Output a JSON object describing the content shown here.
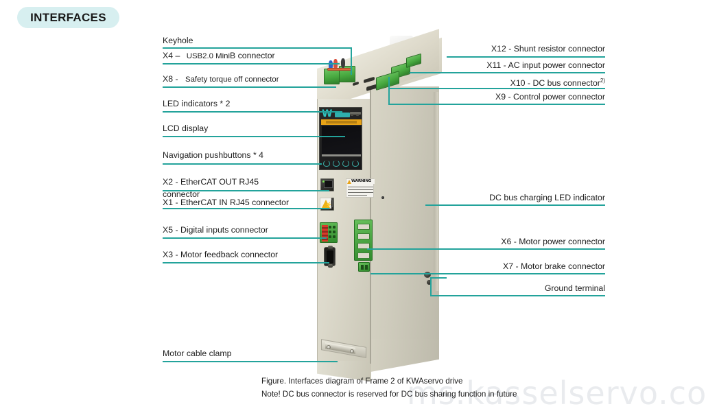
{
  "badge": {
    "title": "INTERFACES"
  },
  "labels_left": [
    {
      "id": "keyhole",
      "text": "Keyhole"
    },
    {
      "id": "x4-usb",
      "prefix": "X4 –",
      "text": "USB2.0 Mini",
      "suffix": "B connector"
    },
    {
      "id": "x8-sto",
      "prefix": "X8 -",
      "text": "Safety torque off connector"
    },
    {
      "id": "led-indicators",
      "text": "LED indicators * 2"
    },
    {
      "id": "lcd-display",
      "text": "LCD display"
    },
    {
      "id": "nav-pushbuttons",
      "text": "Navigation pushbuttons * 4"
    },
    {
      "id": "x2-ethercat-out",
      "text": "X2 - EtherCAT OUT RJ45",
      "text2": "connector"
    },
    {
      "id": "x1-ethercat-in",
      "text": "X1 - EtherCAT IN RJ45 connector"
    },
    {
      "id": "x5-digital-inputs",
      "text": "X5 - Digital inputs connector"
    },
    {
      "id": "x3-motor-feedback",
      "text": "X3 - Motor feedback connector"
    },
    {
      "id": "motor-cable-clamp",
      "text": "Motor cable clamp"
    }
  ],
  "labels_right": [
    {
      "id": "x12-shunt",
      "text": "X12 - Shunt resistor connector"
    },
    {
      "id": "x11-ac-input",
      "text": "X11 - AC input power connector"
    },
    {
      "id": "x10-dc-bus",
      "text": "X10 - DC bus connector",
      "sup": "2)"
    },
    {
      "id": "x9-control-power",
      "text": "X9 - Control power connector"
    },
    {
      "id": "dc-bus-led",
      "text": "DC bus charging LED indicator"
    },
    {
      "id": "x6-motor-power",
      "text": "X6 - Motor power connector"
    },
    {
      "id": "x7-motor-brake",
      "text": "X7 - Motor brake connector"
    },
    {
      "id": "ground-terminal",
      "text": "Ground terminal"
    }
  ],
  "caption": {
    "line1": "Figure. Interfaces diagram of Frame 2 of KWAservo drive",
    "line2": "Note! DC bus connector is reserved for DC bus sharing function in future"
  },
  "watermark": {
    "text": "ms.kasselservo.com"
  },
  "device": {
    "brand_logo": "W",
    "safety_band": "SAFETY INTEGRATED",
    "warning_title": "WARNING",
    "warning_body": "Risk of electrical shock. Capacitor Discharge time up to five minutes.",
    "hazard_symbol": "⚡"
  },
  "colors": {
    "leader_line": "#23a39b",
    "badge_bg": "#d7eff0",
    "text": "#1c1c1c",
    "connector_green": "#47a83f",
    "safety_orange": "#e8a317",
    "logo_teal": "#2fc4c0",
    "watermark": "#e9ebee"
  }
}
